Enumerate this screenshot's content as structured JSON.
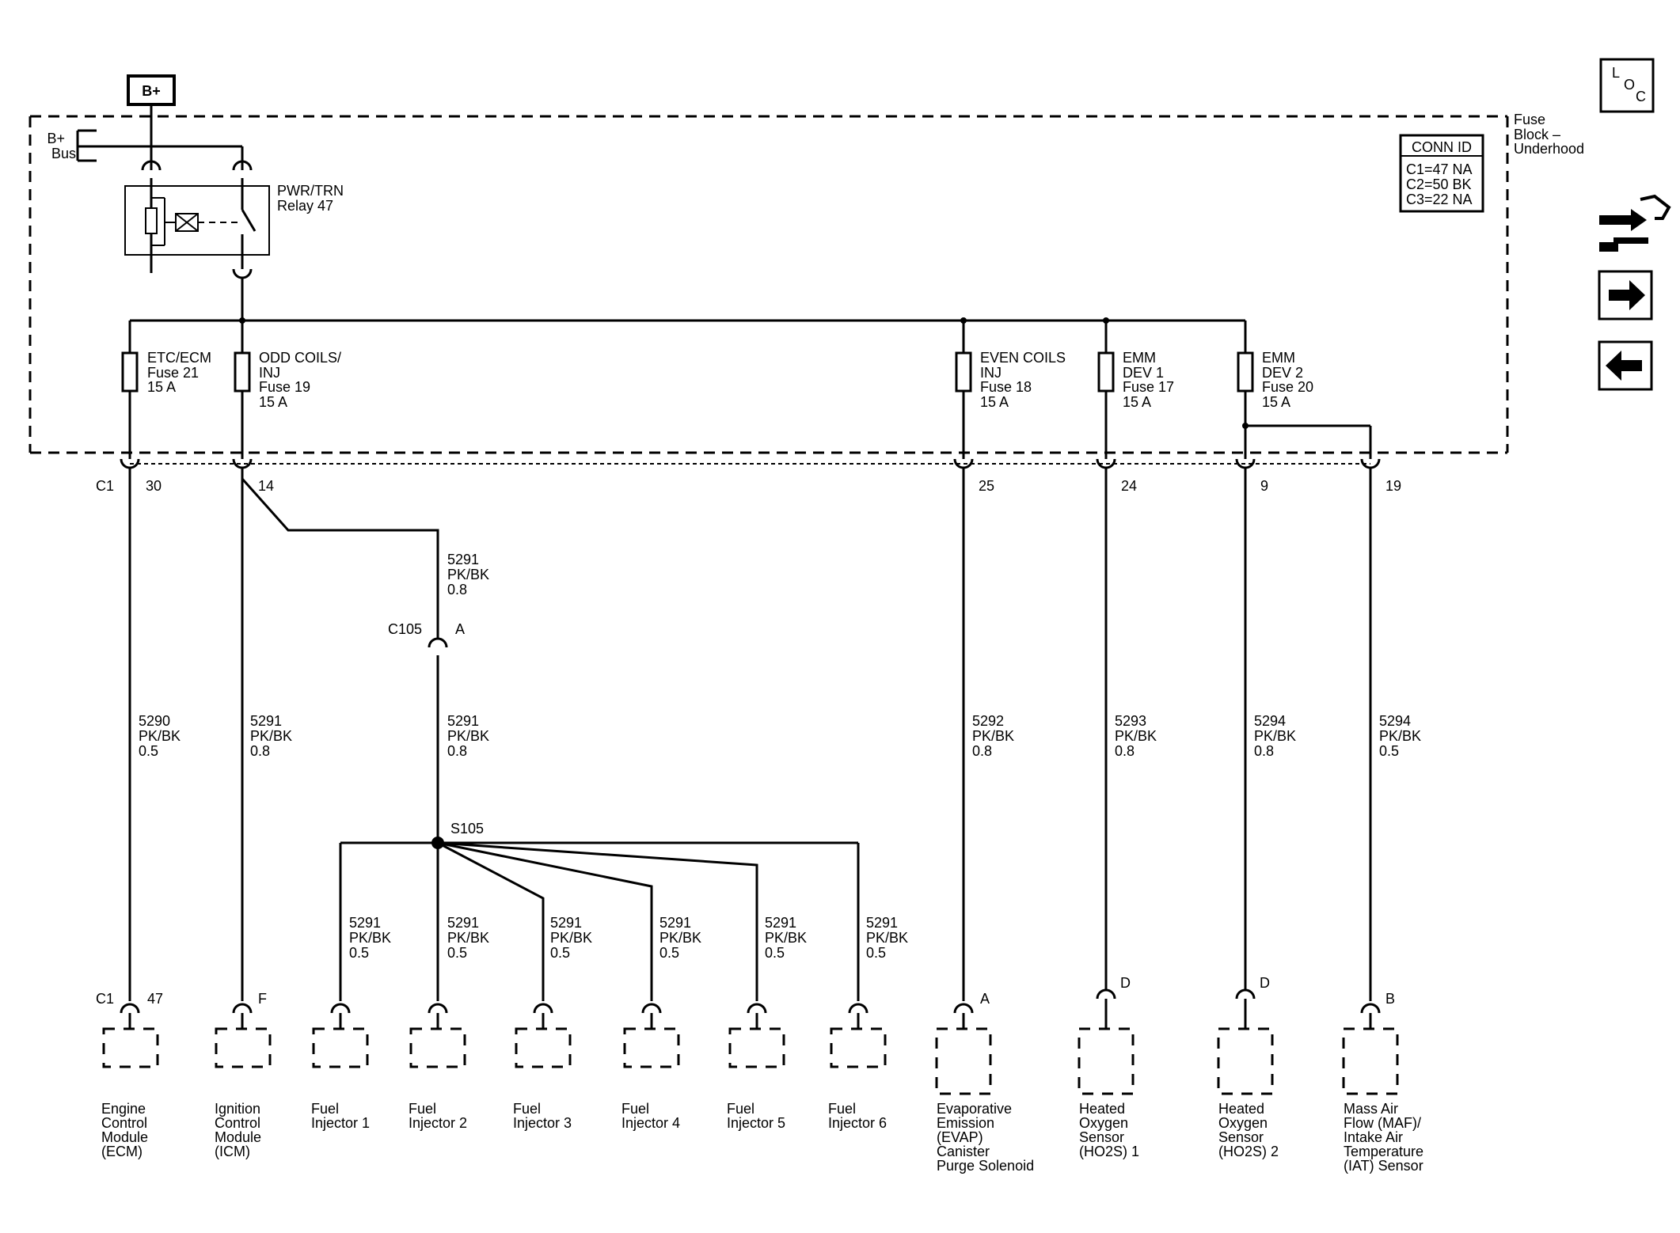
{
  "power": {
    "source_label": "B+",
    "bus_label": [
      "B+",
      "Bus"
    ]
  },
  "loc_icon": [
    "L",
    "O",
    "C"
  ],
  "fuse_block": {
    "label": [
      "Fuse",
      "Block –",
      "Underhood"
    ]
  },
  "conn_id": {
    "title": "CONN ID",
    "rows": [
      "C1=47 NA",
      "C2=50 BK",
      "C3=22 NA"
    ]
  },
  "relay": {
    "label": [
      "PWR/TRN",
      "Relay 47"
    ]
  },
  "fuses": [
    {
      "id": "f21",
      "label": [
        "ETC/ECM",
        "Fuse 21",
        "15 A"
      ]
    },
    {
      "id": "f19",
      "label": [
        "ODD COILS/",
        "INJ",
        "Fuse 19",
        "15 A"
      ]
    },
    {
      "id": "f18",
      "label": [
        "EVEN COILS",
        "INJ",
        "Fuse 18",
        "15 A"
      ]
    },
    {
      "id": "f17",
      "label": [
        "EMM",
        "DEV 1",
        "Fuse 17",
        "15 A"
      ]
    },
    {
      "id": "f20",
      "label": [
        "EMM",
        "DEV 2",
        "Fuse 20",
        "15 A"
      ]
    }
  ],
  "c1": {
    "label": "C1",
    "pins": [
      "30",
      "14",
      "25",
      "24",
      "9",
      "19"
    ]
  },
  "c105": {
    "label": "C105",
    "pin": "A"
  },
  "splice": {
    "label": "S105"
  },
  "wires": {
    "etc_ecm": [
      "5290",
      "PK/BK",
      "0.5"
    ],
    "odd_coils": [
      "5291",
      "PK/BK",
      "0.8"
    ],
    "c105_upper": [
      "5291",
      "PK/BK",
      "0.8"
    ],
    "c105_lower": [
      "5291",
      "PK/BK",
      "0.8"
    ],
    "evap": [
      "5292",
      "PK/BK",
      "0.8"
    ],
    "ho2s1": [
      "5293",
      "PK/BK",
      "0.8"
    ],
    "ho2s2": [
      "5294",
      "PK/BK",
      "0.8"
    ],
    "maf": [
      "5294",
      "PK/BK",
      "0.5"
    ],
    "inj1": [
      "5291",
      "PK/BK",
      "0.5"
    ],
    "inj2": [
      "5291",
      "PK/BK",
      "0.5"
    ],
    "inj3": [
      "5291",
      "PK/BK",
      "0.5"
    ],
    "inj4": [
      "5291",
      "PK/BK",
      "0.5"
    ],
    "inj5": [
      "5291",
      "PK/BK",
      "0.5"
    ],
    "inj6": [
      "5291",
      "PK/BK",
      "0.5"
    ]
  },
  "components": [
    {
      "id": "ecm",
      "conn": "C1",
      "pin": "47",
      "label": [
        "Engine",
        "Control",
        "Module",
        "(ECM)"
      ]
    },
    {
      "id": "icm",
      "conn": "",
      "pin": "F",
      "label": [
        "Ignition",
        "Control",
        "Module",
        "(ICM)"
      ]
    },
    {
      "id": "inj1",
      "conn": "",
      "pin": "",
      "label": [
        "Fuel",
        "Injector 1"
      ]
    },
    {
      "id": "inj2",
      "conn": "",
      "pin": "",
      "label": [
        "Fuel",
        "Injector 2"
      ]
    },
    {
      "id": "inj3",
      "conn": "",
      "pin": "",
      "label": [
        "Fuel",
        "Injector 3"
      ]
    },
    {
      "id": "inj4",
      "conn": "",
      "pin": "",
      "label": [
        "Fuel",
        "Injector 4"
      ]
    },
    {
      "id": "inj5",
      "conn": "",
      "pin": "",
      "label": [
        "Fuel",
        "Injector 5"
      ]
    },
    {
      "id": "inj6",
      "conn": "",
      "pin": "",
      "label": [
        "Fuel",
        "Injector 6"
      ]
    },
    {
      "id": "evap",
      "conn": "",
      "pin": "A",
      "label": [
        "Evaporative",
        "Emission",
        "(EVAP)",
        "Canister",
        "Purge Solenoid"
      ]
    },
    {
      "id": "ho2s1",
      "conn": "",
      "pin": "D",
      "label": [
        "Heated",
        "Oxygen",
        "Sensor",
        "(HO2S) 1"
      ]
    },
    {
      "id": "ho2s2",
      "conn": "",
      "pin": "D",
      "label": [
        "Heated",
        "Oxygen",
        "Sensor",
        "(HO2S) 2"
      ]
    },
    {
      "id": "maf",
      "conn": "",
      "pin": "B",
      "label": [
        "Mass Air",
        "Flow (MAF)/",
        "Intake Air",
        "Temperature",
        "(IAT) Sensor"
      ]
    }
  ],
  "nav": {
    "icons": [
      "wiring-hand-icon",
      "next-arrow-icon",
      "previous-arrow-icon"
    ]
  }
}
